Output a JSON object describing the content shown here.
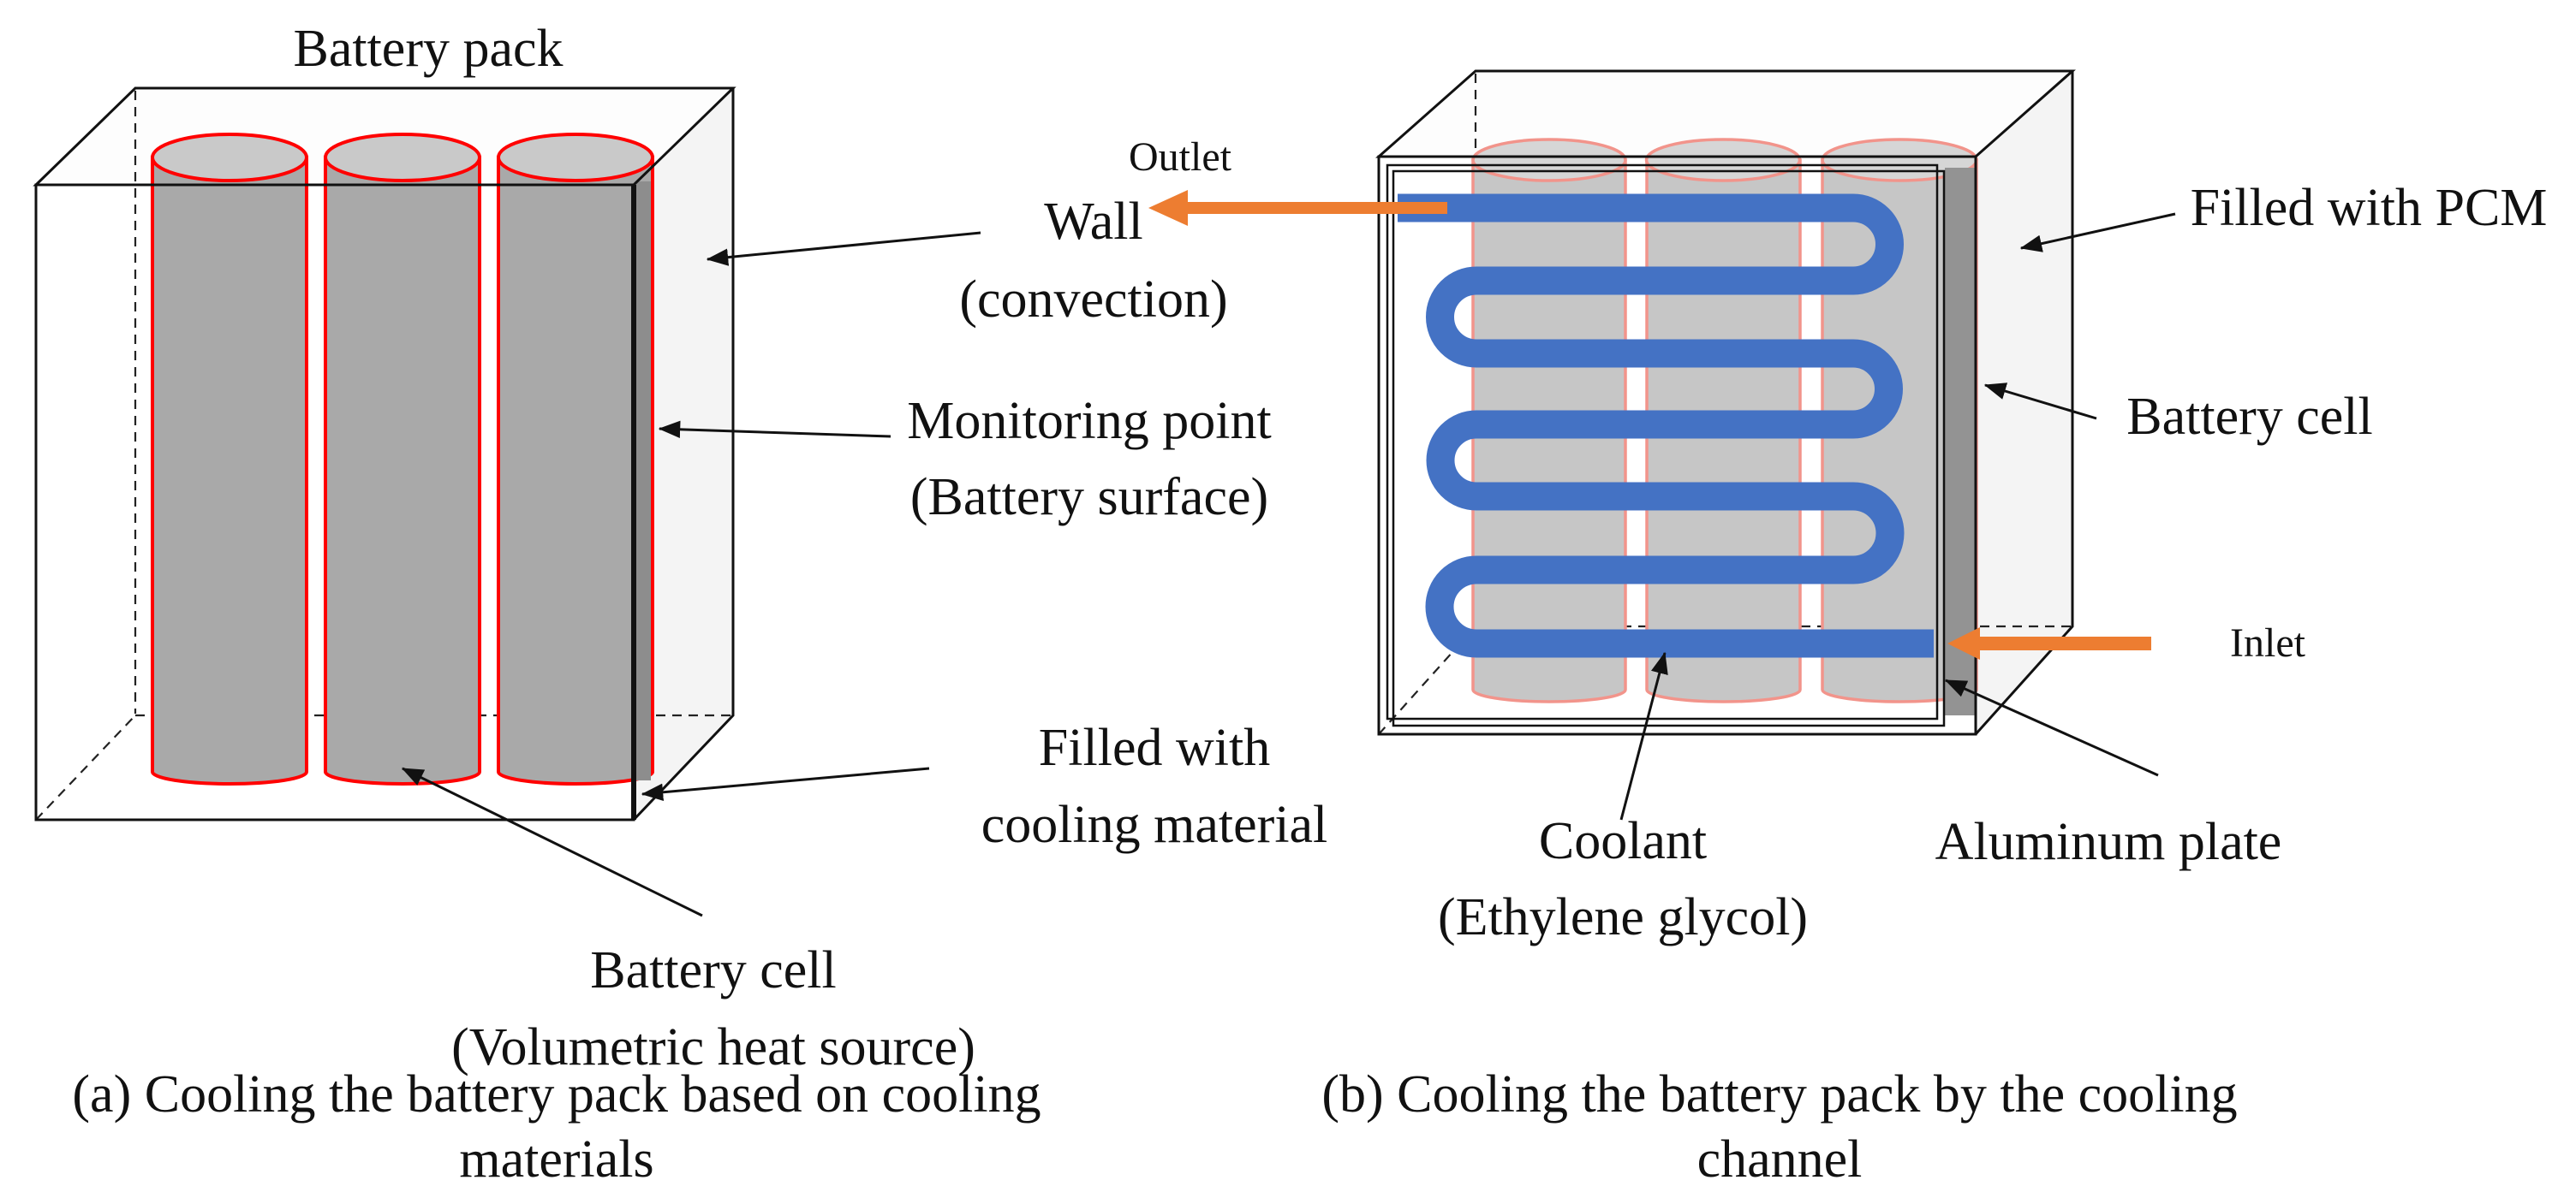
{
  "colors": {
    "coolant_blue": "#4472c4",
    "flow_orange": "#ed7d31",
    "cell_outline_red": "#ff0000",
    "cell_outline_pink": "#f2948b",
    "cell_body_gray": "#a9a9a9",
    "cell_body_gray_light": "#c6c6c6",
    "line_black": "#111111"
  },
  "panel_a": {
    "title": "Battery pack",
    "wall": [
      "Wall",
      "(convection)"
    ],
    "monitoring_point": [
      "Monitoring point",
      "(Battery surface)"
    ],
    "filled_with": [
      "Filled with",
      "cooling material"
    ],
    "battery_cell": [
      "Battery cell",
      "(Volumetric heat source)"
    ],
    "caption": [
      "(a) Cooling the battery pack based on cooling",
      "materials"
    ]
  },
  "panel_b": {
    "outlet": "Outlet",
    "inlet": "Inlet",
    "filled_with_pcm": "Filled with PCM",
    "battery_cell": "Battery cell",
    "coolant": [
      "Coolant",
      "(Ethylene glycol)"
    ],
    "aluminum_plate": "Aluminum plate",
    "caption": [
      "(b) Cooling the battery pack by the cooling",
      "channel"
    ]
  }
}
